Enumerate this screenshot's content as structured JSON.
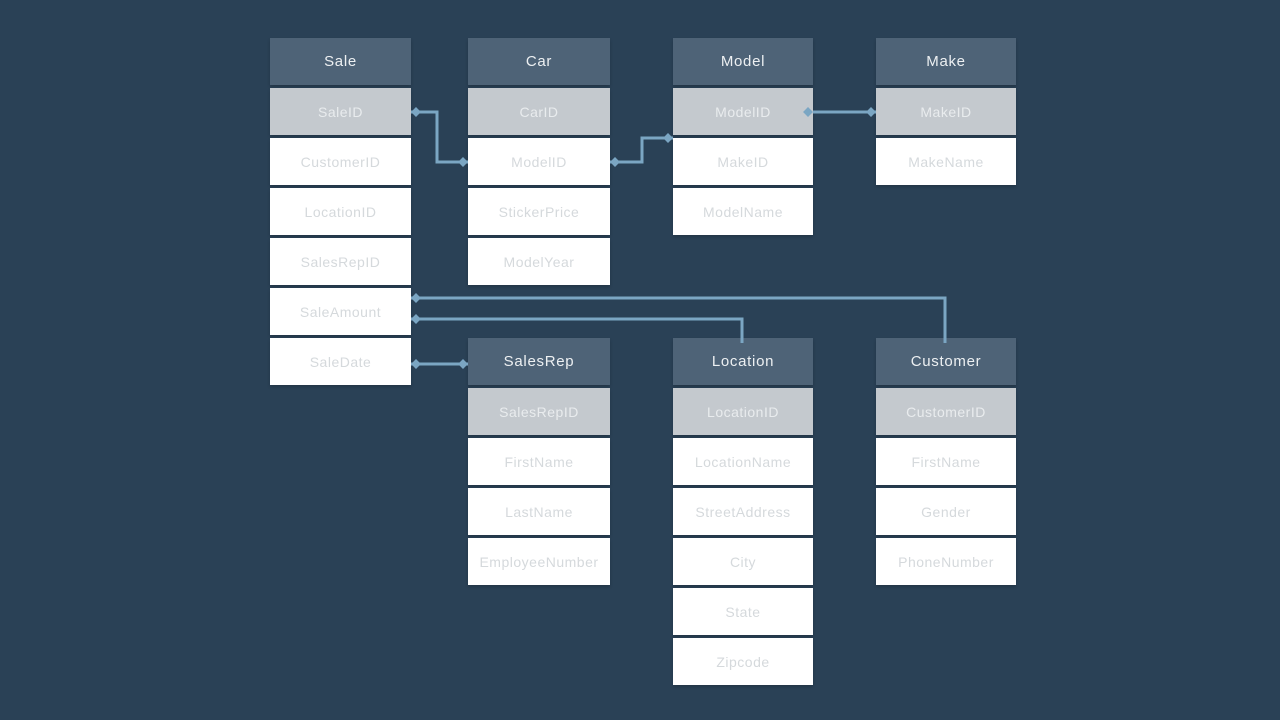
{
  "diagram": {
    "tables": [
      {
        "id": "sale",
        "title": "Sale",
        "fields": [
          {
            "name": "SaleID",
            "key": true
          },
          {
            "name": "CustomerID"
          },
          {
            "name": "LocationID"
          },
          {
            "name": "SalesRepID"
          },
          {
            "name": "SaleAmount"
          },
          {
            "name": "SaleDate"
          }
        ]
      },
      {
        "id": "car",
        "title": "Car",
        "fields": [
          {
            "name": "CarID",
            "key": true
          },
          {
            "name": "ModelID"
          },
          {
            "name": "StickerPrice"
          },
          {
            "name": "ModelYear"
          }
        ]
      },
      {
        "id": "model",
        "title": "Model",
        "fields": [
          {
            "name": "ModelID",
            "key": true
          },
          {
            "name": "MakeID"
          },
          {
            "name": "ModelName"
          }
        ]
      },
      {
        "id": "make",
        "title": "Make",
        "fields": [
          {
            "name": "MakeID",
            "key": true
          },
          {
            "name": "MakeName"
          }
        ]
      },
      {
        "id": "salesrep",
        "title": "SalesRep",
        "fields": [
          {
            "name": "SalesRepID",
            "key": true
          },
          {
            "name": "FirstName"
          },
          {
            "name": "LastName"
          },
          {
            "name": "EmployeeNumber"
          }
        ]
      },
      {
        "id": "location",
        "title": "Location",
        "fields": [
          {
            "name": "LocationID",
            "key": true
          },
          {
            "name": "LocationName"
          },
          {
            "name": "StreetAddress"
          },
          {
            "name": "City"
          },
          {
            "name": "State"
          },
          {
            "name": "Zipcode"
          }
        ]
      },
      {
        "id": "customer",
        "title": "Customer",
        "fields": [
          {
            "name": "CustomerID",
            "key": true
          },
          {
            "name": "FirstName"
          },
          {
            "name": "Gender"
          },
          {
            "name": "PhoneNumber"
          }
        ]
      }
    ],
    "relationships": [
      {
        "id": "sale-car",
        "from": "Sale.SaleID",
        "to": "Car.ModelID"
      },
      {
        "id": "car-model",
        "from": "Car.ModelID",
        "to": "Model.ModelID"
      },
      {
        "id": "model-make",
        "from": "Model.ModelID",
        "to": "Make.MakeID"
      },
      {
        "id": "sale-customer",
        "from": "Sale",
        "to": "Customer"
      },
      {
        "id": "sale-location",
        "from": "Sale",
        "to": "Location"
      },
      {
        "id": "sale-salesrep",
        "from": "Sale.SaleDate",
        "to": "SalesRep"
      }
    ]
  },
  "colors": {
    "background": "#2a4156",
    "table_header_bg": "#4e6377",
    "table_header_text": "#edf0f2",
    "key_row_bg": "#c4c9ce",
    "key_row_text": "#e9ecee",
    "field_row_bg": "#ffffff",
    "field_row_text": "#d5d9dc",
    "connector": "#7ba6c3"
  }
}
